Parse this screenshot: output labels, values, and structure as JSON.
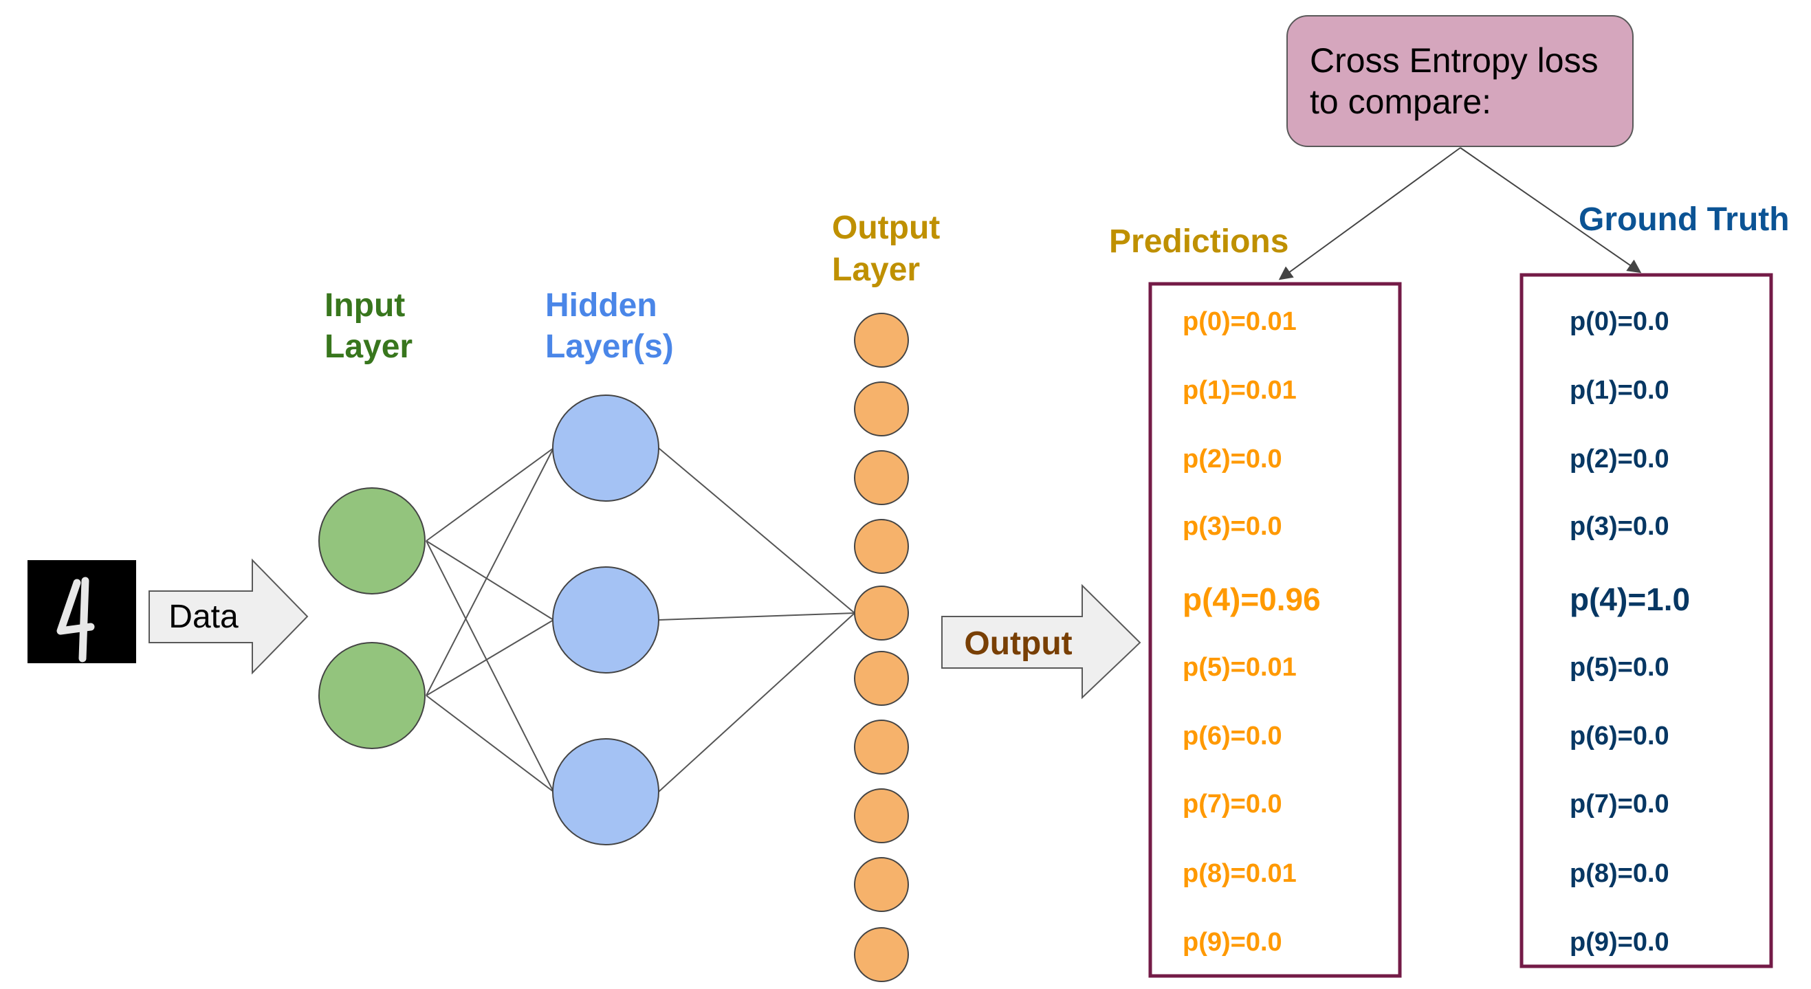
{
  "input_layer": {
    "label_line1": "Input",
    "label_line2": "Layer",
    "color": "#38761d",
    "node_fill": "#93c47d"
  },
  "hidden_layer": {
    "label_line1": "Hidden",
    "label_line2": "Layer(s)",
    "color": "#4a86e8",
    "node_fill": "#a4c2f4"
  },
  "output_layer": {
    "label_line1": "Output",
    "label_line2": "Layer",
    "color": "#bf9000",
    "node_fill": "#f6b26b"
  },
  "data_arrow": {
    "label": "Data"
  },
  "output_arrow": {
    "label": "Output",
    "color": "#783f04"
  },
  "loss_box": {
    "line1": "Cross Entropy loss",
    "line2": "to compare:",
    "fill": "#d5a6bd"
  },
  "predictions": {
    "title": "Predictions",
    "title_color": "#bf9000",
    "text_color": "#ff9900",
    "items": [
      "p(0)=0.01",
      "p(1)=0.01",
      "p(2)=0.0",
      "p(3)=0.0",
      "p(4)=0.96",
      "p(5)=0.01",
      "p(6)=0.0",
      "p(7)=0.0",
      "p(8)=0.01",
      "p(9)=0.0"
    ]
  },
  "ground_truth": {
    "title": "Ground Truth",
    "title_color": "#0b5394",
    "text_color": "#073763",
    "items": [
      "p(0)=0.0",
      "p(1)=0.0",
      "p(2)=0.0",
      "p(3)=0.0",
      "p(4)=1.0",
      "p(5)=0.0",
      "p(6)=0.0",
      "p(7)=0.0",
      "p(8)=0.0",
      "p(9)=0.0"
    ]
  },
  "box_border_color": "#741b47",
  "highlight_index": 4
}
